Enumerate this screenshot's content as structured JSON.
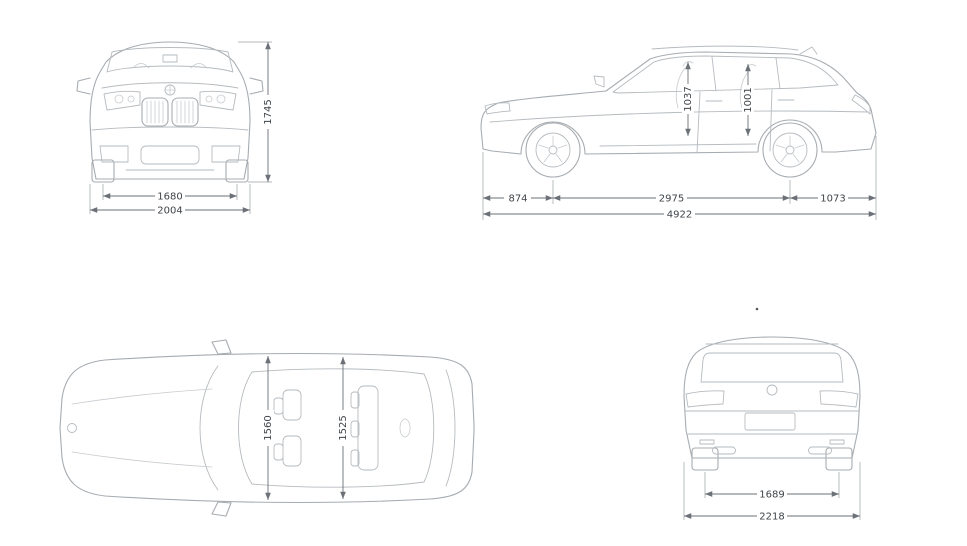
{
  "diagram": {
    "background": "#ffffff",
    "car_line_color": "#a7acb1",
    "dimension_line_color": "#6b7177",
    "label_text_color": "#3f4449",
    "views": {
      "front": {
        "dims": {
          "overall_height": "1745",
          "track_width": "1680",
          "overall_width": "2004"
        }
      },
      "side": {
        "dims": {
          "front_headroom": "1037",
          "rear_headroom": "1001",
          "front_overhang": "874",
          "wheelbase": "2975",
          "rear_overhang": "1073",
          "overall_length": "4922"
        }
      },
      "top": {
        "dims": {
          "front_interior_width": "1560",
          "rear_interior_width": "1525"
        }
      },
      "rear": {
        "dims": {
          "rear_track_width": "1689",
          "overall_width_mirrors": "2218"
        }
      }
    }
  }
}
